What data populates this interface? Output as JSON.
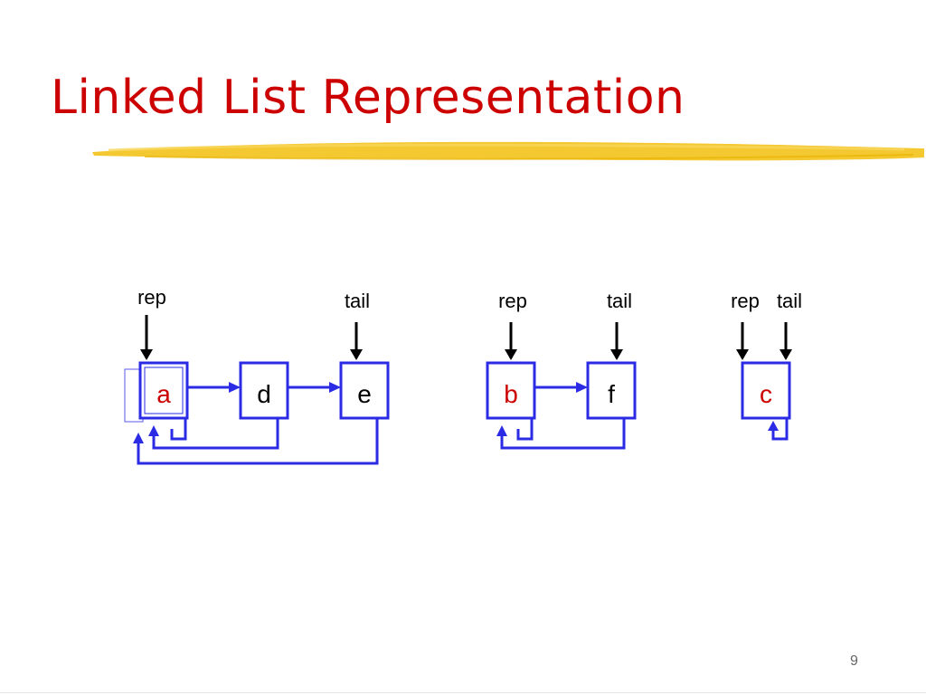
{
  "slide": {
    "title": "Linked List Representation",
    "number": "9"
  },
  "colors": {
    "title": "#cc0000",
    "node_border": "#2b2be6",
    "pointer_line": "#2b2be6",
    "label_arrow": "#000000",
    "rep_value": "#cc0000",
    "normal_value": "#000000",
    "underline": "#f2c21b"
  },
  "lists": [
    {
      "rep_label": "rep",
      "tail_label": "tail",
      "nodes": [
        {
          "value": "a",
          "is_rep": true
        },
        {
          "value": "d",
          "is_rep": false
        },
        {
          "value": "e",
          "is_rep": false
        }
      ]
    },
    {
      "rep_label": "rep",
      "tail_label": "tail",
      "nodes": [
        {
          "value": "b",
          "is_rep": true
        },
        {
          "value": "f",
          "is_rep": false
        }
      ]
    },
    {
      "rep_label": "rep",
      "tail_label": "tail",
      "nodes": [
        {
          "value": "c",
          "is_rep": true
        }
      ]
    }
  ]
}
